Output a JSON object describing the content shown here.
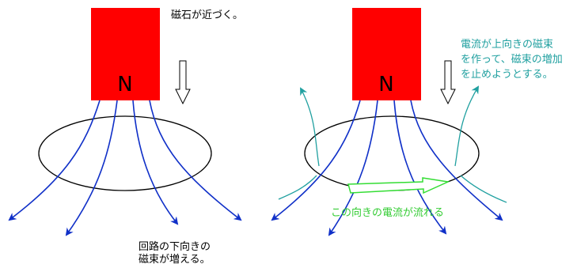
{
  "colors": {
    "magnet": "#ff0000",
    "field_line": "#1030c8",
    "induced_field": "#20a0a0",
    "current": "#33dd33",
    "text_black": "#000000",
    "text_teal": "#20a0a0",
    "text_green": "#33cc33"
  },
  "left_panel": {
    "pole_label": "N",
    "magnet_note": "磁石が近づく。",
    "flux_note_line1": "回路の下向きの",
    "flux_note_line2": "磁束が増える。"
  },
  "right_panel": {
    "pole_label": "N",
    "induced_note_line1": "電流が上向きの磁束",
    "induced_note_line2": "を作って、磁束の増加",
    "induced_note_line3": "を止めようとする。",
    "current_note": "この向きの電流が流れる"
  }
}
